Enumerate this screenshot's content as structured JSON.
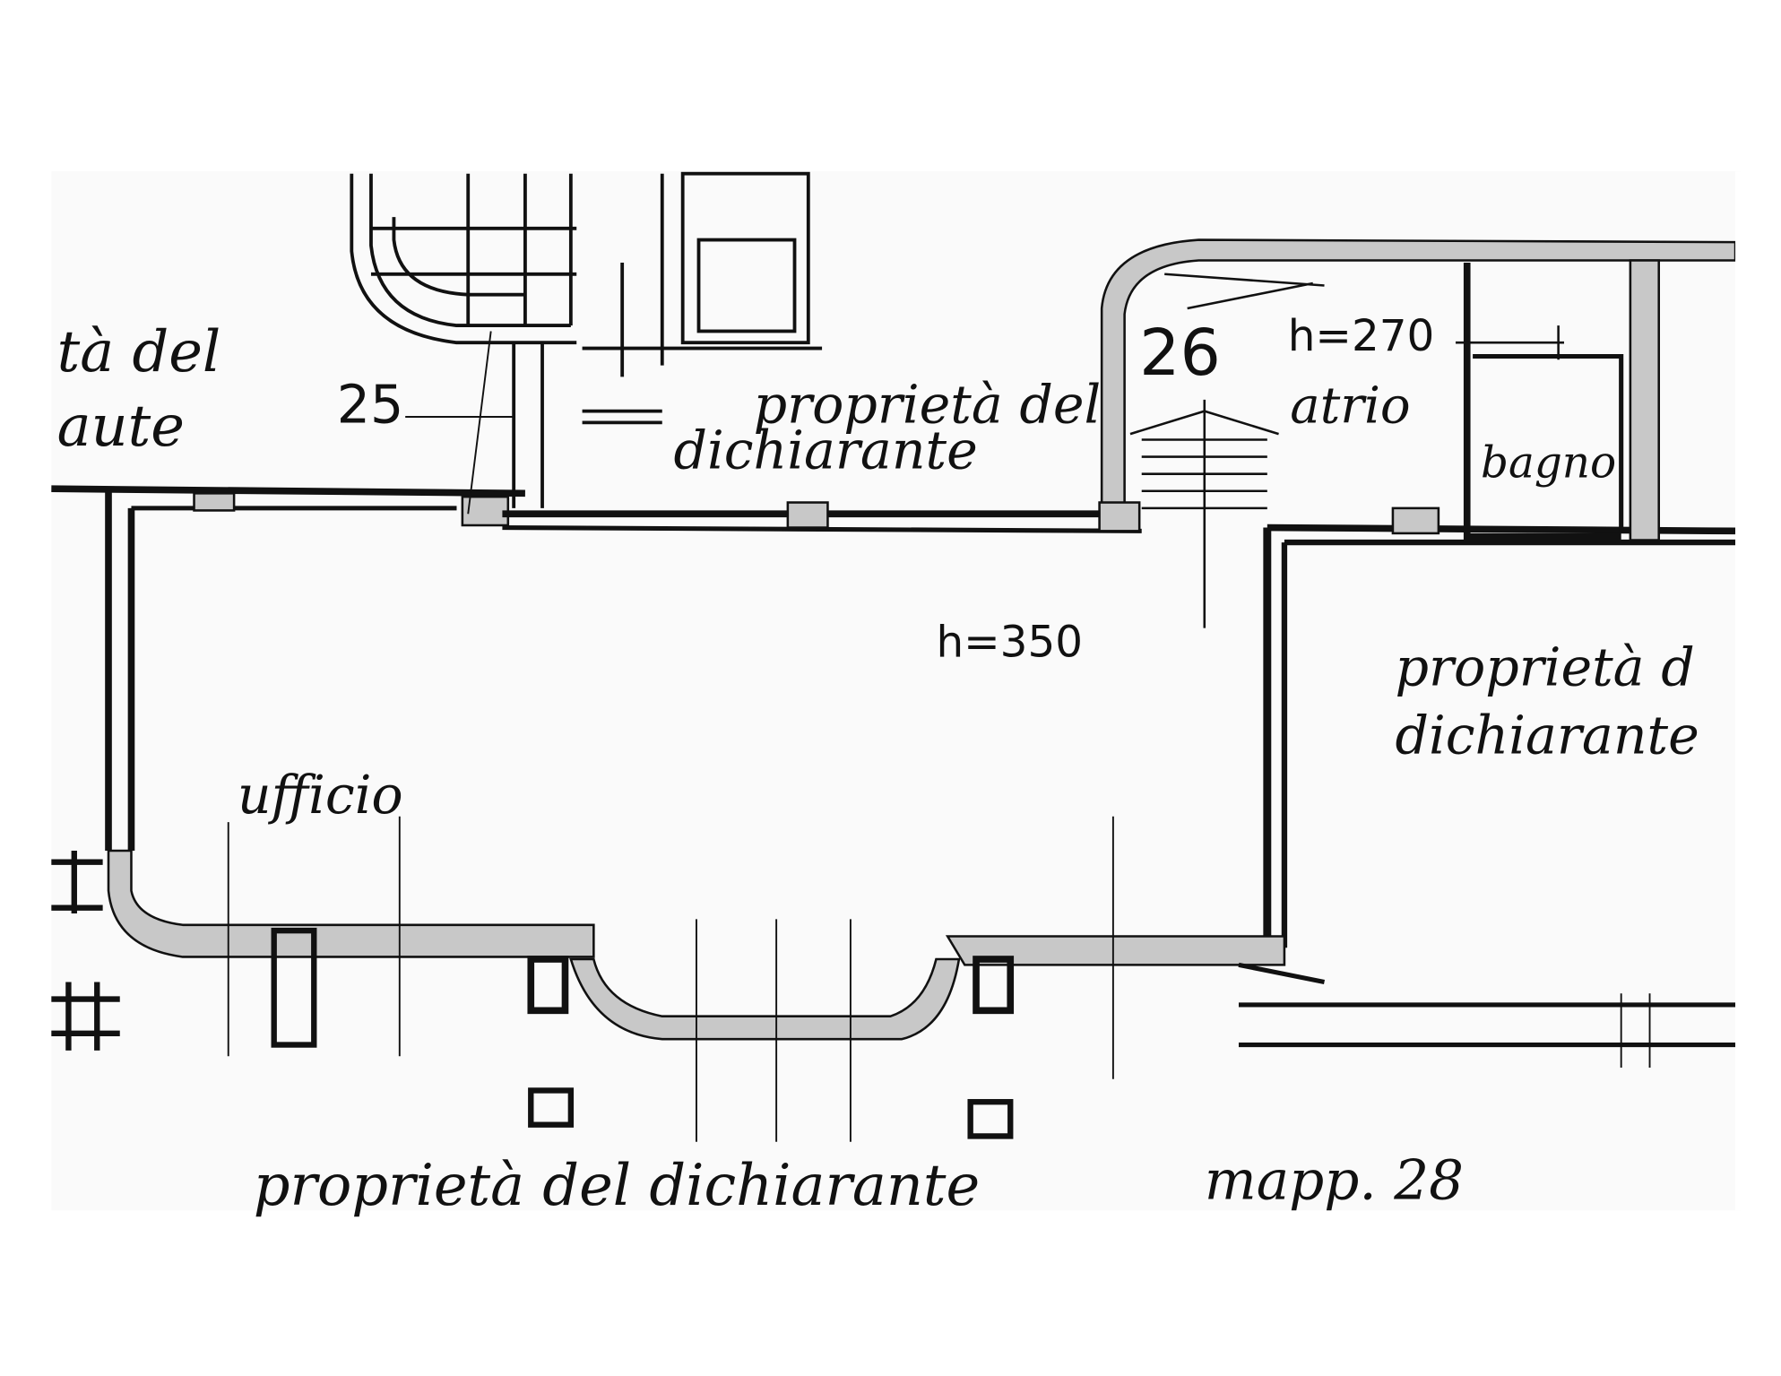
{
  "plan": {
    "labels": {
      "left_partial_top": "tà del",
      "left_partial_bottom": "aute",
      "dim_25": "25",
      "top_center_1": "proprietà del",
      "top_center_2": "dichiarante",
      "dim_26": "26",
      "height_atrio": "h=270",
      "atrio": "atrio",
      "bagno": "bagno",
      "height_office": "h=350",
      "right_1": "proprietà d",
      "right_2": "dichiarante",
      "ufficio": "ufficio",
      "bottom": "proprietà del dichiarante",
      "mapp": "mapp. 28"
    }
  }
}
